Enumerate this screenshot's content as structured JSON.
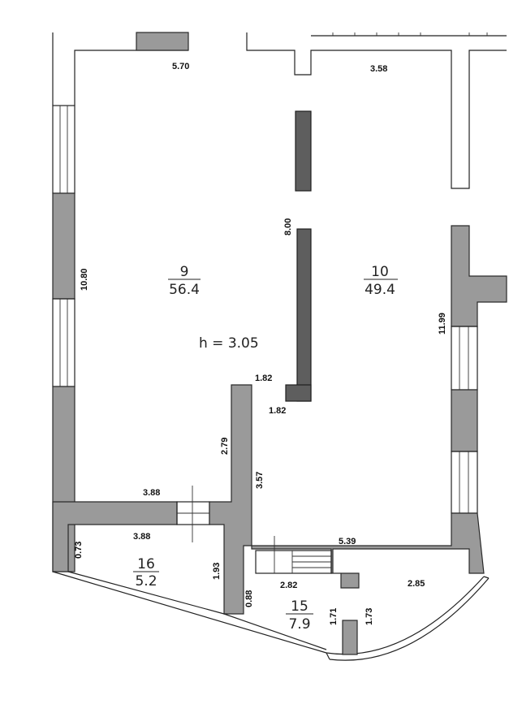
{
  "rooms": [
    {
      "number": "9",
      "area": "56.4"
    },
    {
      "number": "10",
      "area": "49.4"
    },
    {
      "number": "16",
      "area": "5.2"
    },
    {
      "number": "15",
      "area": "7.9"
    }
  ],
  "ceiling_height": "h = 3.05",
  "dimensions": {
    "d_570": "5.70",
    "d_358": "3.58",
    "d_800": "8.00",
    "d_1080": "10.80",
    "d_1199": "11.99",
    "d_182_top": "1.82",
    "d_182_bottom": "1.82",
    "d_279": "2.79",
    "d_357": "3.57",
    "d_388_top": "3.88",
    "d_388_bottom": "3.88",
    "d_073": "0.73",
    "d_193": "1.93",
    "d_539": "5.39",
    "d_282": "2.82",
    "d_285": "2.85",
    "d_088": "0.88",
    "d_171": "1.71",
    "d_173": "1.73"
  },
  "colors": {
    "wall": "#9a9a9a",
    "partition": "#5e5e5e",
    "line": "#222222"
  }
}
